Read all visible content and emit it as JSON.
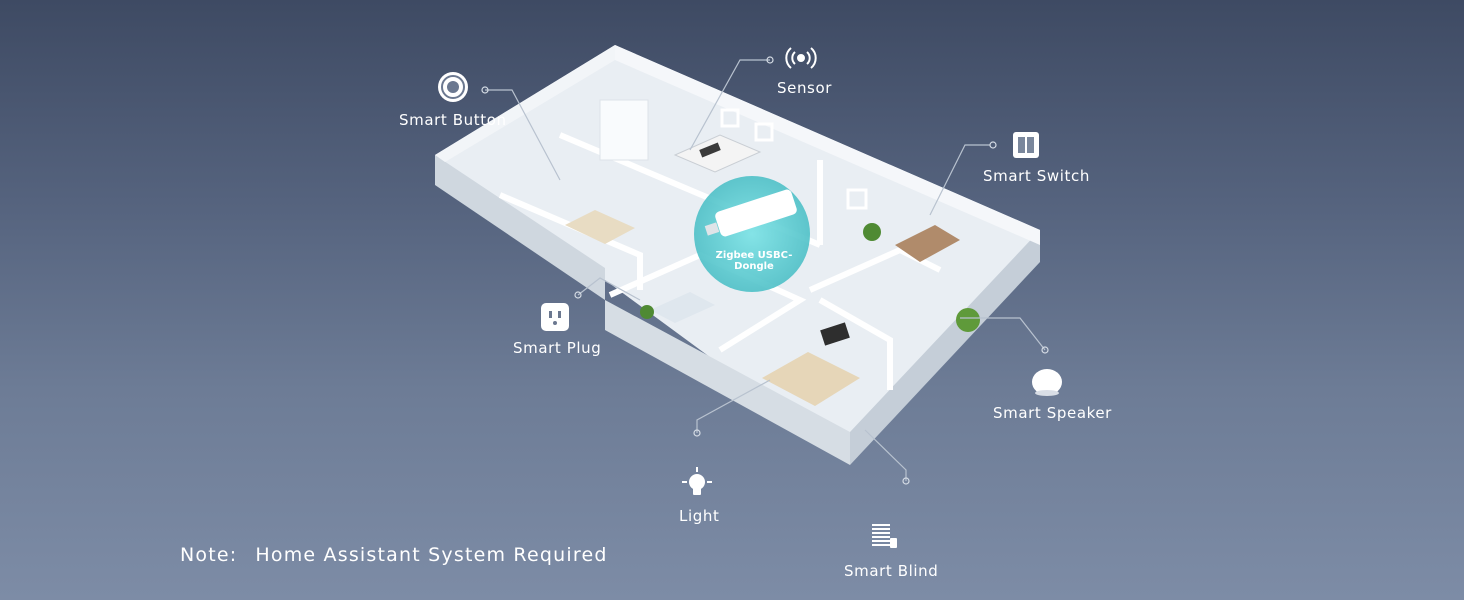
{
  "devices": {
    "smart_button": "Smart Button",
    "sensor": "Sensor",
    "smart_switch": "Smart Switch",
    "smart_plug": "Smart Plug",
    "smart_speaker": "Smart Speaker",
    "light": "Light",
    "smart_blind": "Smart Blind"
  },
  "hub": {
    "label": "Zigbee USBC-Dongle",
    "accent": "#5cc9cf"
  },
  "note": {
    "prefix": "Note:",
    "text": "Home Assistant System Required"
  },
  "icons": {
    "smart_button": "target-icon",
    "sensor": "signal-icon",
    "smart_switch": "switch-icon",
    "smart_plug": "outlet-icon",
    "smart_speaker": "speaker-icon",
    "light": "bulb-icon",
    "smart_blind": "blind-icon"
  }
}
